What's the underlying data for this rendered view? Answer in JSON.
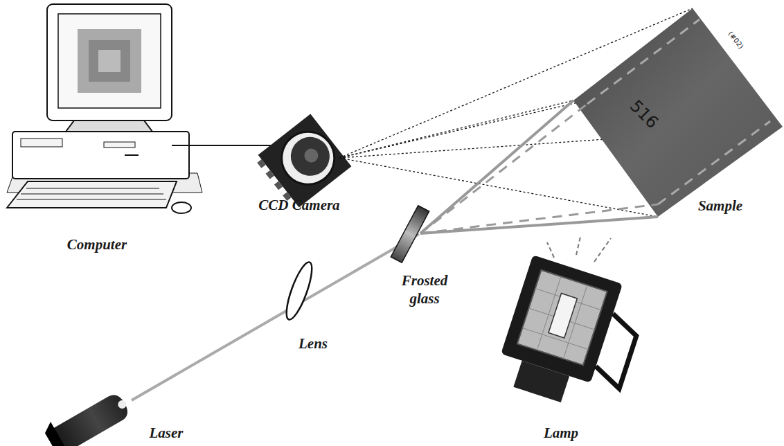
{
  "diagram": {
    "labels": [
      "Computer",
      "CCD Camera",
      "Sample",
      "Frosted glass",
      "Lens",
      "Lamp",
      "Laser",
      "516",
      "(#02)"
    ]
  }
}
